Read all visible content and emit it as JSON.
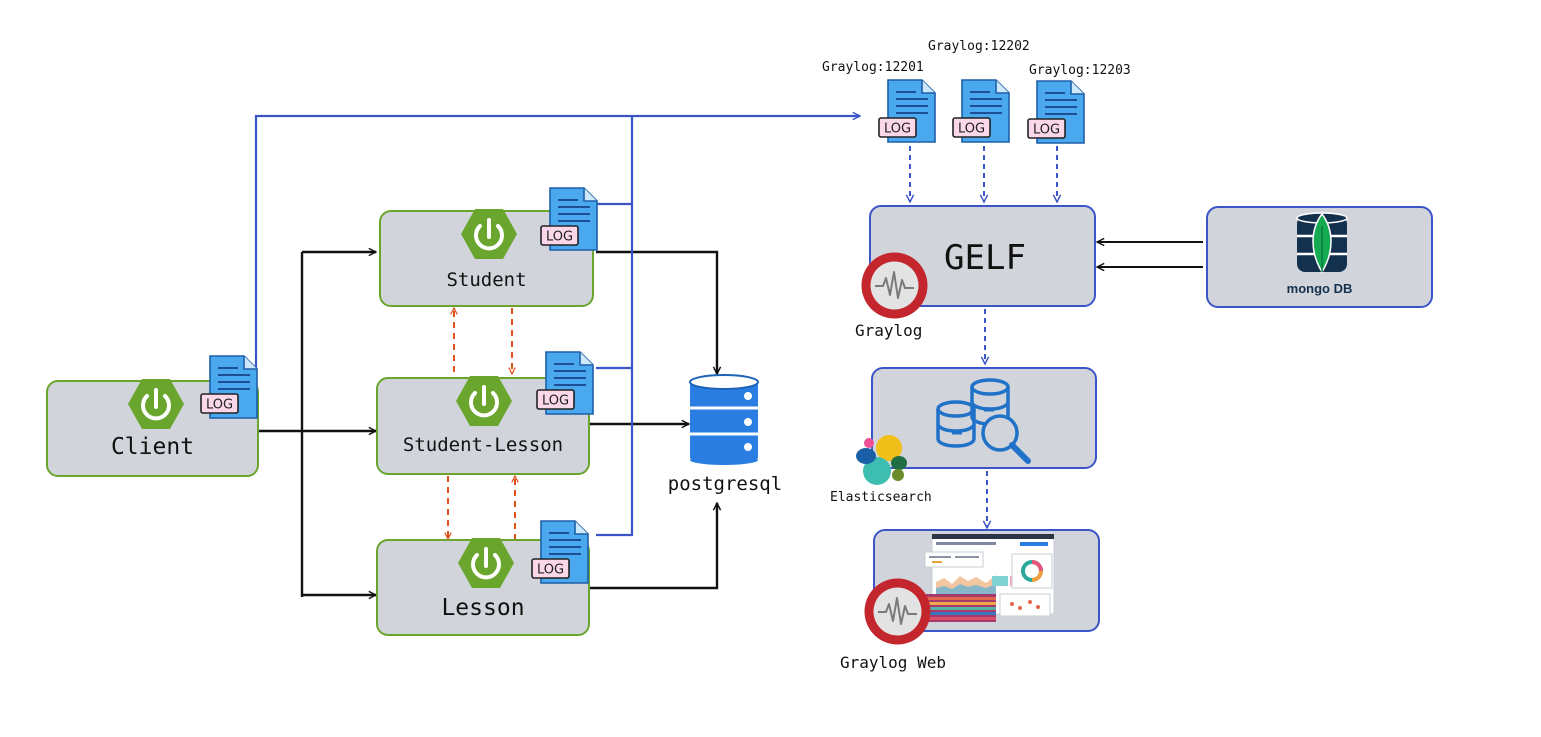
{
  "nodes": {
    "client": {
      "label": "Client"
    },
    "student": {
      "label": "Student"
    },
    "student_lesson": {
      "label": "Student-Lesson"
    },
    "lesson": {
      "label": "Lesson"
    },
    "postgres": {
      "label": "postgresql"
    },
    "gelf": {
      "label": "GELF"
    },
    "graylog": {
      "label": "Graylog"
    },
    "mongodb": {
      "label": "mongo DB"
    },
    "elasticsearch": {
      "label": "Elasticsearch"
    },
    "graylog_web": {
      "label": "Graylog Web"
    }
  },
  "inputs": [
    {
      "label": "Graylog:12201"
    },
    {
      "label": "Graylog:12202"
    },
    {
      "label": "Graylog:12203"
    }
  ],
  "log_badge": "LOG",
  "colors": {
    "spring_green": "#6aa62e",
    "log_blue": "#3b55c9",
    "flow_black": "#111111",
    "orange_dashed": "#e0521c",
    "postgres_blue": "#2a7de1",
    "graylog_red": "#c4262e",
    "mongo_navy": "#13304d",
    "mongo_leaf": "#13aa52"
  }
}
